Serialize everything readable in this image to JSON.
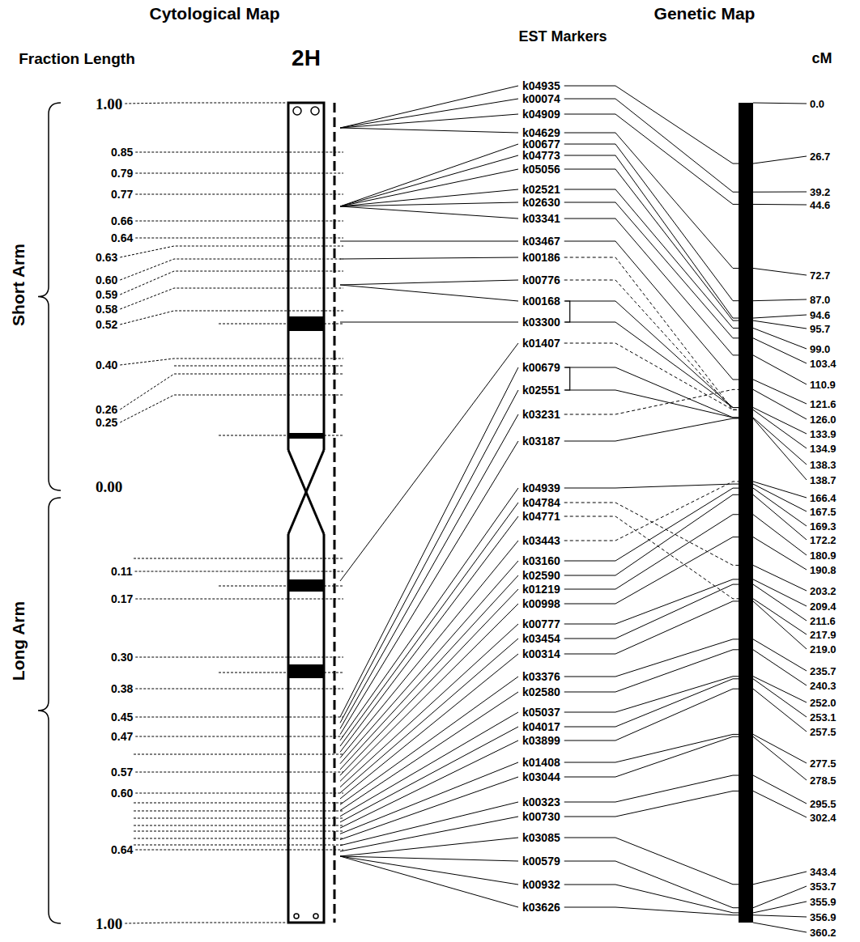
{
  "diagram": {
    "labels": [
      "Cytological Map",
      "Genetic Map",
      "EST Markers",
      "Fraction Length",
      "2H",
      "cM",
      "Short Arm",
      "Long Arm",
      "1.00",
      "0.85",
      "0.79",
      "0.77",
      "0.66",
      "0.64",
      "0.63",
      "0.60",
      "0.59",
      "0.58",
      "0.52",
      "0.40",
      "0.26",
      "0.25",
      "0.00",
      "0.11",
      "0.17",
      "0.30",
      "0.38",
      "0.45",
      "0.47",
      "0.57",
      "0.60",
      "0.64",
      "1.00",
      "k04935",
      "k00074",
      "k04909",
      "k04629",
      "k00677",
      "k04773",
      "k05056",
      "k02521",
      "k02630",
      "k03341",
      "k03467",
      "k00186",
      "k00776",
      "k00168",
      "k03300",
      "k01407",
      "k00679",
      "k02551",
      "k03231",
      "k03187",
      "k04939",
      "k04784",
      "k04771",
      "k03443",
      "k03160",
      "k02590",
      "k01219",
      "k00998",
      "k00777",
      "k03454",
      "k00314",
      "k03376",
      "k02580",
      "k05037",
      "k04017",
      "k03899",
      "k01408",
      "k03044",
      "k00323",
      "k00730",
      "k03085",
      "k00579",
      "k00932",
      "k03626",
      "0.0",
      "26.7",
      "39.2",
      "44.6",
      "72.7",
      "87.0",
      "94.6",
      "95.7",
      "99.0",
      "103.4",
      "110.9",
      "121.6",
      "126.0",
      "133.9",
      "134.9",
      "138.3",
      "138.7",
      "166.4",
      "167.5",
      "169.3",
      "172.2",
      "180.9",
      "190.8",
      "203.2",
      "209.4",
      "211.6",
      "217.9",
      "219.0",
      "235.7",
      "240.3",
      "252.0",
      "253.1",
      "257.5",
      "277.5",
      "278.5",
      "295.5",
      "302.4",
      "343.4",
      "353.7",
      "355.9",
      "356.9",
      "360.2"
    ]
  }
}
